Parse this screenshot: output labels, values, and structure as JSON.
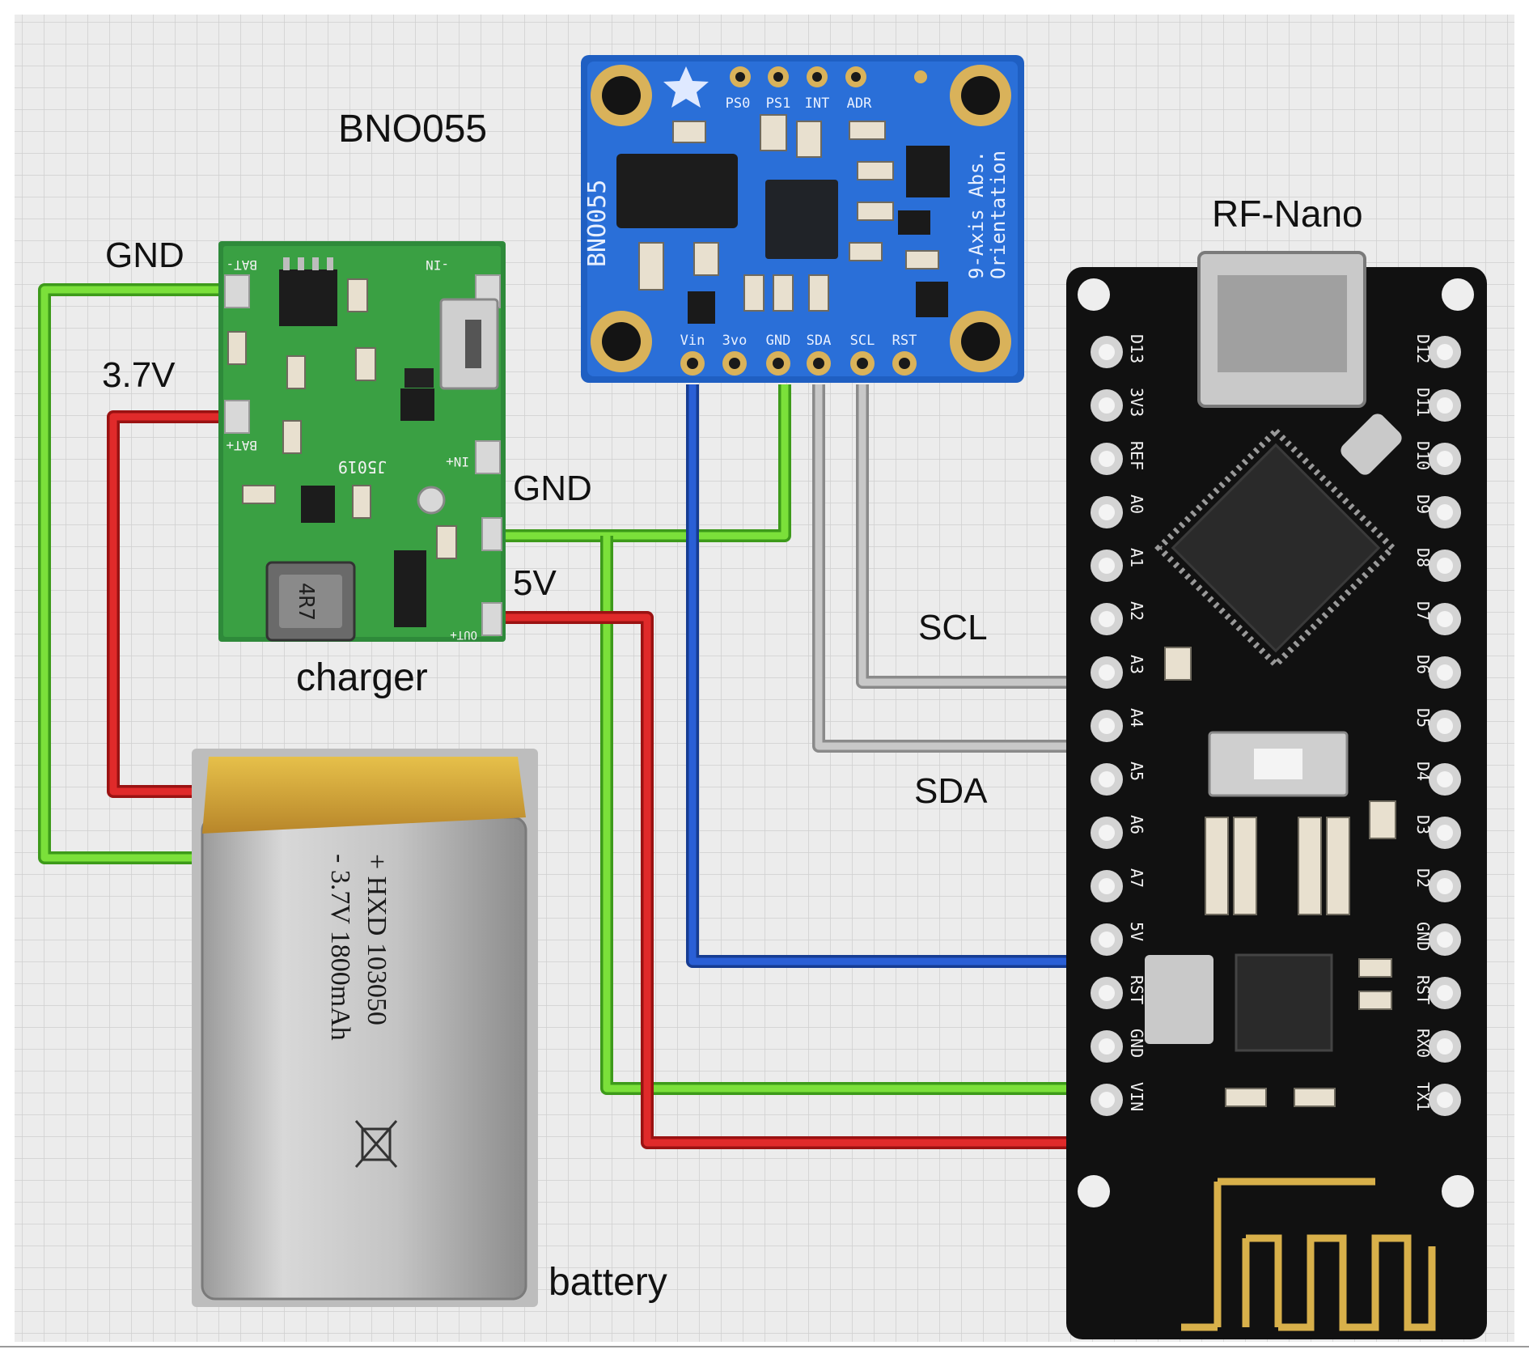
{
  "labels": {
    "bno055": "BNO055",
    "rf_nano": "RF-Nano",
    "charger": "charger",
    "battery": "battery",
    "gnd_top": "GND",
    "v37": "3.7V",
    "gnd_mid": "GND",
    "v5": "5V",
    "scl": "SCL",
    "sda": "SDA"
  },
  "bno_board": {
    "chip_text": "BNO055",
    "side_text_1": "9-Axis Abs.",
    "side_text_2": "Orientation",
    "top_pins": [
      "PS0",
      "PS1",
      "INT",
      "ADR"
    ],
    "bottom_pins": [
      "Vin",
      "3vo",
      "GND",
      "SDA",
      "SCL",
      "RST"
    ]
  },
  "charger_board": {
    "labels": [
      "-IN",
      "BAT-",
      "BAT+",
      "IN+",
      "OUT+",
      "J5019",
      "4R7"
    ]
  },
  "battery_text": [
    "+ HXD 103050",
    "- 3.7V 1800mAh"
  ],
  "nano_pins": {
    "left": [
      "D13",
      "3V3",
      "REF",
      "A0",
      "A1",
      "A2",
      "A3",
      "A4",
      "A5",
      "A6",
      "A7",
      "5V",
      "RST",
      "GND",
      "VIN"
    ],
    "right": [
      "D12",
      "D11",
      "D10",
      "D9",
      "D8",
      "D7",
      "D6",
      "D5",
      "D4",
      "D3",
      "D2",
      "GND",
      "RST",
      "RX0",
      "TX1"
    ]
  },
  "colors": {
    "gnd_wire": "#7be03a",
    "power_wire": "#e02a2a",
    "vin_wire": "#2a5fd6",
    "i2c_wire": "#b5b5b5",
    "grid_bg": "#ececec",
    "grid_line": "#cfcfcf"
  }
}
